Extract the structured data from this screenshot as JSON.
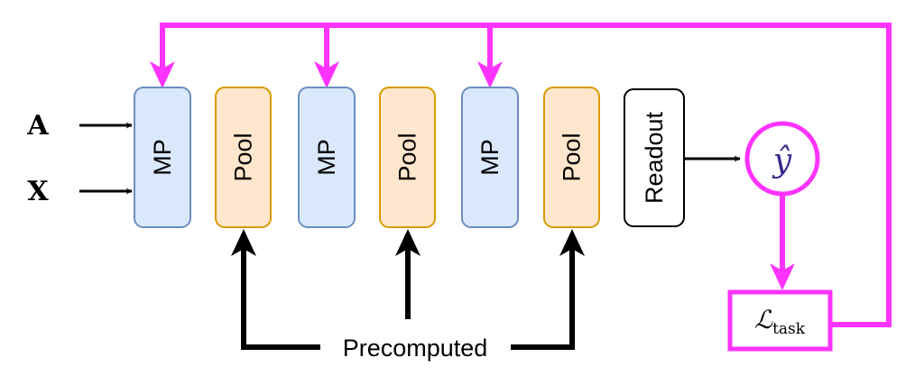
{
  "inputs": [
    {
      "symbol": "A"
    },
    {
      "symbol": "X"
    }
  ],
  "blocks": [
    {
      "label": "MP",
      "kind": "mp"
    },
    {
      "label": "Pool",
      "kind": "pool"
    },
    {
      "label": "MP",
      "kind": "mp"
    },
    {
      "label": "Pool",
      "kind": "pool"
    },
    {
      "label": "MP",
      "kind": "mp"
    },
    {
      "label": "Pool",
      "kind": "pool"
    },
    {
      "label": "Readout",
      "kind": "readout"
    }
  ],
  "output": {
    "symbol": "ŷ"
  },
  "loss": {
    "symbol": "ℒ",
    "subscript": "task"
  },
  "precomputed": {
    "label": "Precomputed"
  },
  "colors": {
    "mp_fill": "#dae8fc",
    "mp_stroke": "#6c8ebf",
    "pool_fill": "#ffe6cc",
    "pool_stroke": "#d79b00",
    "readout_fill": "#ffffff",
    "readout_stroke": "#000000",
    "feedback": "#ff33ff",
    "arrow": "#000000"
  }
}
